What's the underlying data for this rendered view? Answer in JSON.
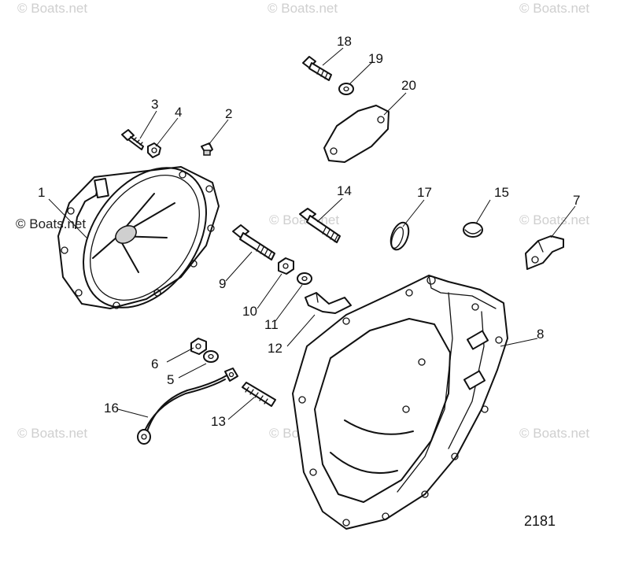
{
  "watermarks": {
    "text": "© Boats.net",
    "highlighted": "© Boats.net"
  },
  "callouts": {
    "c1": "1",
    "c2": "2",
    "c3": "3",
    "c4": "4",
    "c5": "5",
    "c6": "6",
    "c7": "7",
    "c8": "8",
    "c9": "9",
    "c10": "10",
    "c11": "11",
    "c12": "12",
    "c13": "13",
    "c14": "14",
    "c15": "15",
    "c16": "16",
    "c17": "17",
    "c18": "18",
    "c19": "19",
    "c20": "20"
  },
  "figure_number": "2181"
}
